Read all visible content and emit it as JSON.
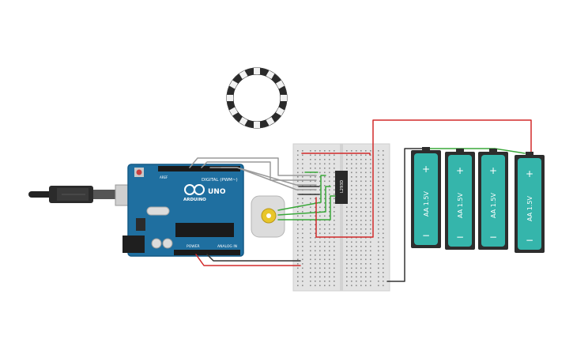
{
  "arduino": {
    "brand": "ARDUINO",
    "model": "UNO",
    "digital_label": "DIGITAL (PWM~)",
    "power_label": "POWER",
    "analog_label": "ANALOG IN",
    "aref_label": "AREF"
  },
  "ic": {
    "label": "L293D"
  },
  "batteries": [
    {
      "plus": "+",
      "minus": "−",
      "label": "AA 1.5V"
    },
    {
      "plus": "+",
      "minus": "−",
      "label": "AA 1.5V"
    },
    {
      "plus": "+",
      "minus": "−",
      "label": "AA 1.5V"
    },
    {
      "plus": "+",
      "minus": "−",
      "label": "AA 1.5V"
    }
  ],
  "colors": {
    "board": "#1f6fa0",
    "board_edge": "#155a86",
    "wire_red": "#d22a2a",
    "wire_green": "#3aa83a",
    "wire_black": "#333333",
    "wire_gray": "#9a9a9a",
    "battery_body": "#2d2d2d",
    "battery_cell": "#35b5ab",
    "breadboard": "#e3e3e3",
    "motor": "#dcdcdc",
    "motor_hub": "#e8c62a",
    "neopixel": "#2a2a2a"
  }
}
